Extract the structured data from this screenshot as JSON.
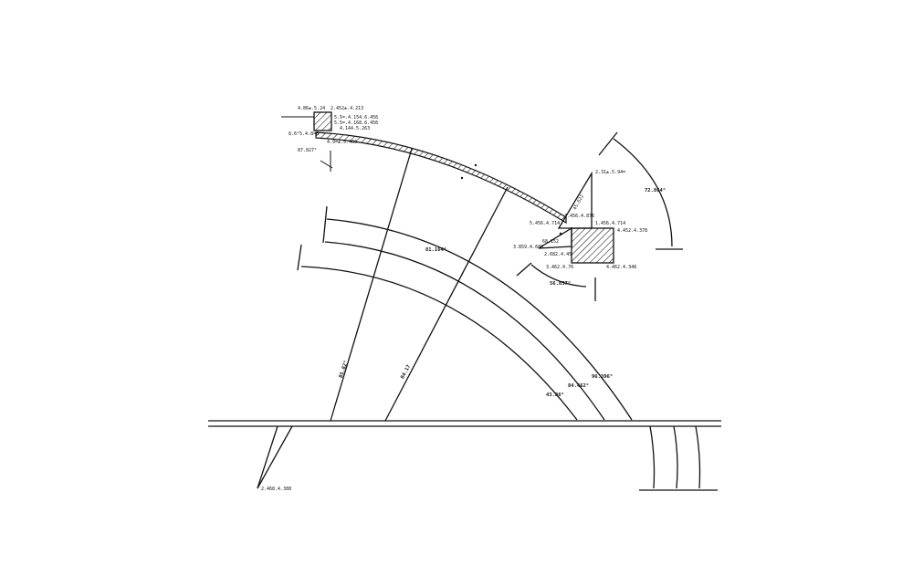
{
  "drawing": {
    "labels": {
      "top_left_a": "4.86±.5.24",
      "top_left_b": "2.452±.4.213",
      "top_left_c": "5.5=.4.154.6.456",
      "top_left_d": "5.5=.4.168.6.456",
      "top_left_e": "4.144.5.263",
      "top_left_f": "8.6²5.4.8=8",
      "top_left_g": "4.9=±.5.466",
      "angle_small": "87.827°",
      "right_top": "2.31±.5.94=",
      "right_vert": "45.622",
      "right_mid_a": "3.456.4.876",
      "right_mid_b": "5.456.4.714",
      "right_mid_c": "1.456.4.714",
      "right_mid_d": "4.452.4.378",
      "right_small_a": "3.859.4.686",
      "right_small_b": "2.682.4.45",
      "right_small_c": "68.152",
      "right_low_a": "3.462.4.76",
      "right_low_b": "4.462.4.348",
      "angle_right": "72.864°",
      "angle_lower": "56.837°",
      "arc_label": "81.164°",
      "ray_left": "85.82°",
      "ray_right": "84.17",
      "arc_low_a": "96.396°",
      "arc_low_b": "84.462°",
      "arc_low_c": "43.86°",
      "bottom_left": "2.468.4.388"
    }
  }
}
